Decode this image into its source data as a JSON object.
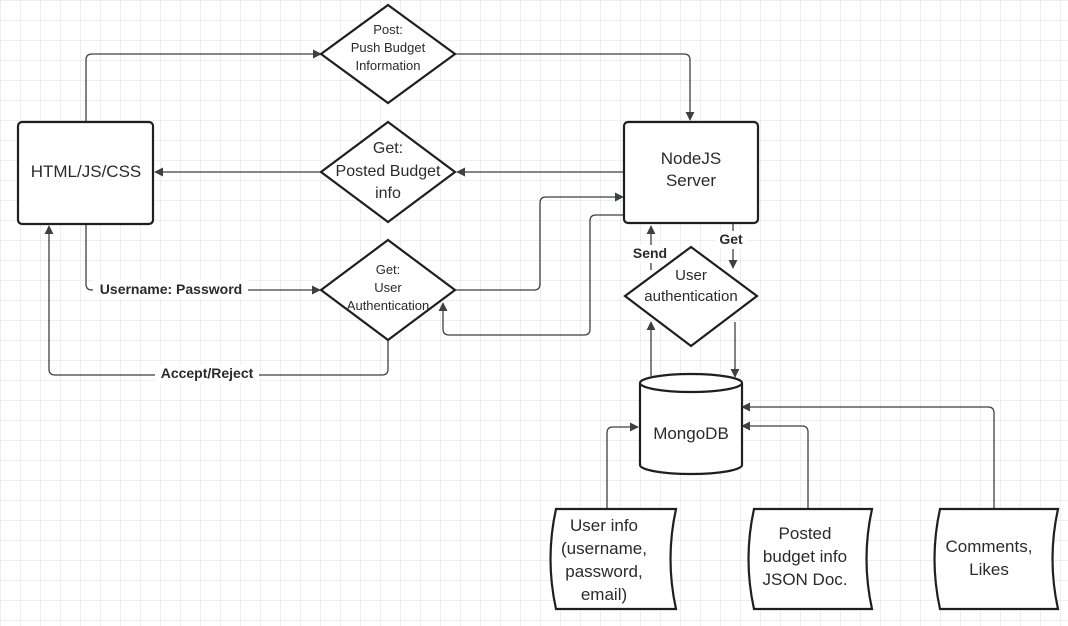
{
  "nodes": {
    "client": "HTML/JS/CSS",
    "server_line1": "NodeJS",
    "server_line2": "Server",
    "post_line1": "Post:",
    "post_line2": "Push Budget",
    "post_line3": "Information",
    "get_info_line1": "Get:",
    "get_info_line2": "Posted Budget",
    "get_info_line3": "info",
    "get_auth_line1": "Get:",
    "get_auth_line2": "User",
    "get_auth_line3": "Authentication",
    "user_auth_line1": "User",
    "user_auth_line2": "authentication",
    "mongodb": "MongoDB",
    "userinfo_line1": "User info",
    "userinfo_line2": "(username,",
    "userinfo_line3": "password,",
    "userinfo_line4": "email)",
    "posted_line1": "Posted",
    "posted_line2": "budget info",
    "posted_line3": "JSON Doc.",
    "comments_line1": "Comments,",
    "comments_line2": "Likes"
  },
  "edges": {
    "credentials": "Username: Password",
    "accept_reject": "Accept/Reject",
    "send": "Send",
    "get": "Get"
  },
  "colors": {
    "stroke": "#1f1f1f",
    "connector": "#3c3f44",
    "grid": "#eeeeee",
    "background": "#ffffff"
  }
}
